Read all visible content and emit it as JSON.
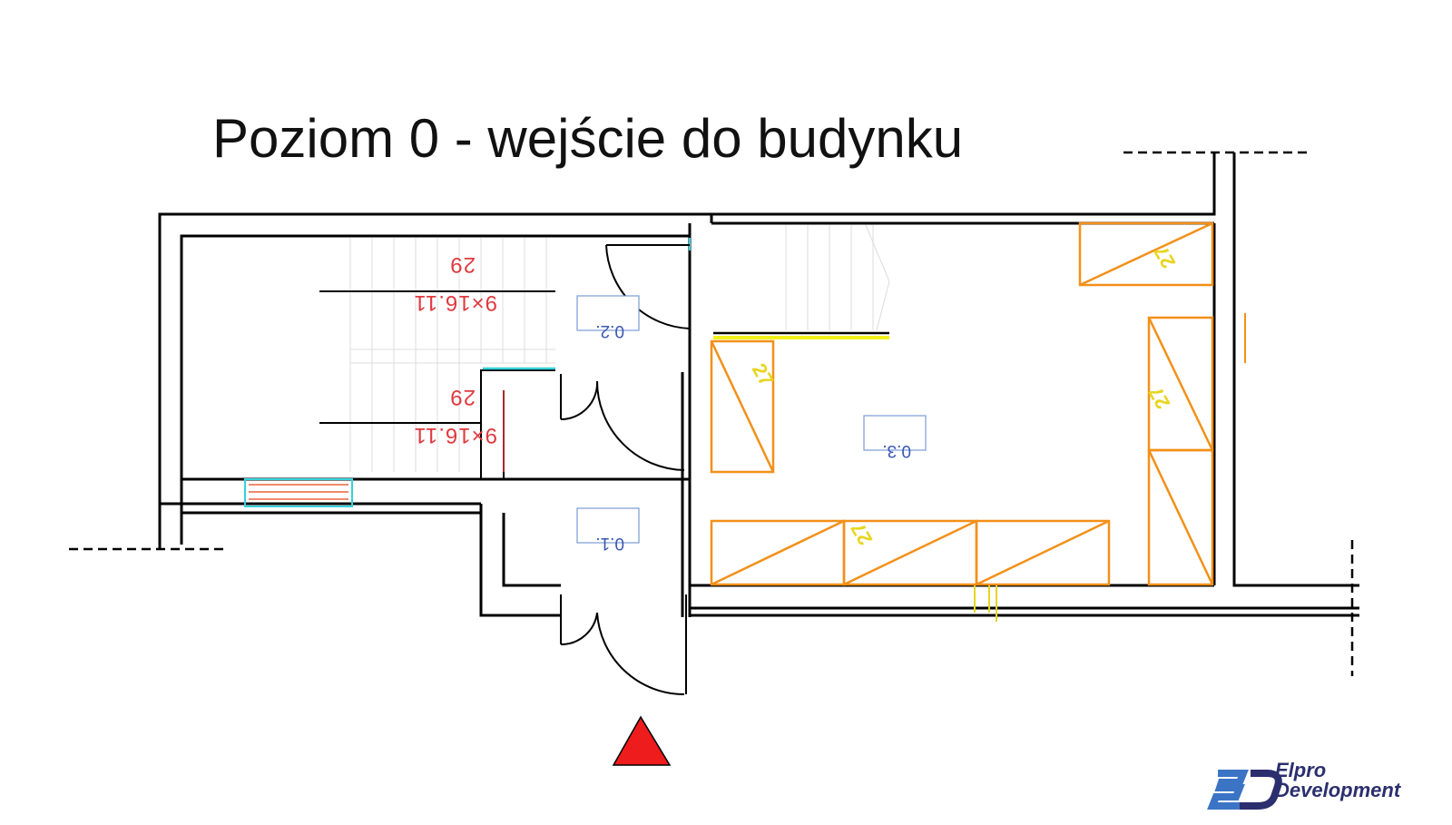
{
  "title": "Poziom 0 - wejście do budynku",
  "rooms": [
    {
      "id": "room-0-1",
      "label": "0.1."
    },
    {
      "id": "room-0-2",
      "label": "0.2."
    },
    {
      "id": "room-0-3",
      "label": "0.3."
    }
  ],
  "stairs": [
    {
      "count": "29",
      "size": "9×16.11"
    },
    {
      "count": "29",
      "size": "9×16.11"
    }
  ],
  "furniture_label": "27",
  "logo": {
    "mark": "ED",
    "line1": "Elpro",
    "line2": "Development"
  },
  "colors": {
    "wall": "#000000",
    "furniture": "#f39019",
    "stair_text": "#e0393e",
    "room_label": "#3a58b0",
    "entrance_marker": "#ee1c1c",
    "highlight": "#f2f21a",
    "window": "#35d2dc"
  }
}
